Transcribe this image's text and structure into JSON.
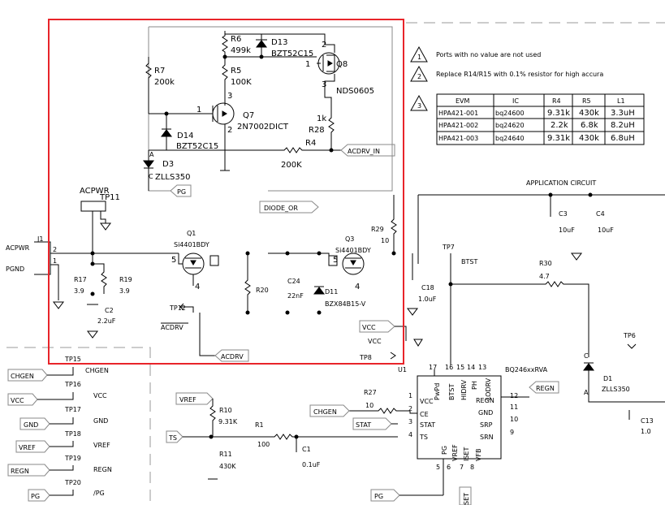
{
  "notes": [
    {
      "num": "1",
      "text": "Ports with no value are not used"
    },
    {
      "num": "2",
      "text": "Replace R14/R15 with 0.1% resistor for high accura"
    },
    {
      "num": "3",
      "text": ""
    }
  ],
  "evm_table": {
    "headers": [
      "EVM",
      "IC",
      "R4",
      "R5",
      "L1"
    ],
    "rows": [
      [
        "HPA421-001",
        "bq24600",
        "9.31k",
        "430k",
        "3.3uH"
      ],
      [
        "HPA421-002",
        "bq24620",
        "2.2k",
        "6.8k",
        "8.2uH"
      ],
      [
        "HPA421-003",
        "bq24640",
        "9.31k",
        "430k",
        "6.8uH"
      ]
    ]
  },
  "application_circuit": "APPLICATION CIRCUIT",
  "components": {
    "R6": {
      "ref": "R6",
      "value": "499k"
    },
    "D13": {
      "ref": "D13",
      "value": "BZT52C15"
    },
    "Q8": {
      "ref": "Q8",
      "value": "NDS0605"
    },
    "R7": {
      "ref": "R7",
      "value": "200k"
    },
    "R5": {
      "ref": "R5",
      "value": "100K"
    },
    "Q7": {
      "ref": "Q7",
      "value": "2N7002DICT"
    },
    "R28": {
      "ref": "R28",
      "value": "1k"
    },
    "D14": {
      "ref": "D14",
      "value": "BZT52C15"
    },
    "R4": {
      "ref": "R4",
      "value": "200K"
    },
    "D3": {
      "ref": "D3",
      "value": "ZLLS350"
    },
    "TP11": {
      "ref": "TP11",
      "value": "ACPWR"
    },
    "J1": {
      "ref": "J1",
      "value": ""
    },
    "Q1": {
      "ref": "Q1",
      "value": "Si4401BDY"
    },
    "Q3": {
      "ref": "Q3",
      "value": "Si4401BDY"
    },
    "R29": {
      "ref": "R29",
      "value": "10"
    },
    "TP7": {
      "ref": "TP7",
      "value": "BTST"
    },
    "C3": {
      "ref": "C3",
      "value": "10uF"
    },
    "C4": {
      "ref": "C4",
      "value": "10uF"
    },
    "R17": {
      "ref": "R17",
      "value": "3.9"
    },
    "R19": {
      "ref": "R19",
      "value": "3.9"
    },
    "C2": {
      "ref": "C2",
      "value": "2.2uF"
    },
    "R20": {
      "ref": "R20",
      "value": ""
    },
    "C24": {
      "ref": "C24",
      "value": "22nF"
    },
    "D11": {
      "ref": "D11",
      "value": "BZX84B15-V"
    },
    "C18": {
      "ref": "C18",
      "value": "1.0uF"
    },
    "R30": {
      "ref": "R30",
      "value": "4.7"
    },
    "TP12": {
      "ref": "TP12",
      "value": "ACDRV"
    },
    "TP6": {
      "ref": "TP6",
      "value": ""
    },
    "D1": {
      "ref": "D1",
      "value": "ZLLS350"
    },
    "TP8": {
      "ref": "TP8",
      "value": ""
    },
    "U1": {
      "ref": "U1",
      "value": "BQ246xxRVA"
    },
    "R27": {
      "ref": "R27",
      "value": "10"
    },
    "R10": {
      "ref": "R10",
      "value": "9.31K"
    },
    "R1": {
      "ref": "R1",
      "value": "100"
    },
    "R11": {
      "ref": "R11",
      "value": "430K"
    },
    "C1": {
      "ref": "C1",
      "value": "0.1uF"
    },
    "C13": {
      "ref": "C13",
      "value": "1.0"
    },
    "TP15": {
      "ref": "TP15",
      "value": "CHGEN"
    },
    "TP16": {
      "ref": "TP16",
      "value": "VCC"
    },
    "TP17": {
      "ref": "TP17",
      "value": "GND"
    },
    "TP18": {
      "ref": "TP18",
      "value": "VREF"
    },
    "TP19": {
      "ref": "TP19",
      "value": "REGN"
    },
    "TP20": {
      "ref": "TP20",
      "value": "/PG"
    }
  },
  "net_labels": {
    "acdrv_in": "ACDRV_IN",
    "pg": "PG",
    "diode_or": "DIODE_OR",
    "acdrv": "ACDRV",
    "vcc": "VCC",
    "vcc2": "VCC",
    "regn": "REGN",
    "vref": "VREF",
    "chgen": "CHGEN",
    "stat": "STAT",
    "ts": "TS",
    "pg_bottom": "PG",
    "set": "SET",
    "acpwr": "ACPWR",
    "pgnd": "PGND",
    "left_chgen": "CHGEN",
    "left_vcc": "VCC",
    "left_gnd": "GND",
    "left_vref": "VREF",
    "left_regn": "REGN",
    "left_pg": "PG"
  },
  "u1_pins_left": [
    {
      "num": "1",
      "name": "VCC"
    },
    {
      "num": "2",
      "name": "CE"
    },
    {
      "num": "3",
      "name": "STAT"
    },
    {
      "num": "4",
      "name": "TS"
    }
  ],
  "u1_pins_right": [
    {
      "num": "12",
      "name": "REGN"
    },
    {
      "num": "11",
      "name": "GND"
    },
    {
      "num": "10",
      "name": "SRP"
    },
    {
      "num": "9",
      "name": "SRN"
    }
  ],
  "u1_pins_top": [
    {
      "num": "17",
      "name": "PwPd"
    },
    {
      "num": "16",
      "name": "BTST"
    },
    {
      "num": "15",
      "name": "HIDRV"
    },
    {
      "num": "14",
      "name": "PH"
    },
    {
      "num": "13",
      "name": "LODRV"
    }
  ],
  "u1_pins_bottom": [
    {
      "num": "5",
      "name": "PG"
    },
    {
      "num": "6",
      "name": "VREF"
    },
    {
      "num": "7",
      "name": "ISET"
    },
    {
      "num": "8",
      "name": "VFB"
    }
  ],
  "pin_numbers": {
    "q7_1": "1",
    "q7_2": "2",
    "q7_3": "3",
    "q8_1": "1",
    "q8_2": "2",
    "q8_3": "3",
    "j1_2": "2",
    "j1_1": "1",
    "q1_4": "4",
    "q1_5": "5",
    "q3_4": "4",
    "q3_5": "5",
    "d3_a": "A",
    "d3_c": "C",
    "d1_a": "A",
    "d1_c": "C"
  }
}
